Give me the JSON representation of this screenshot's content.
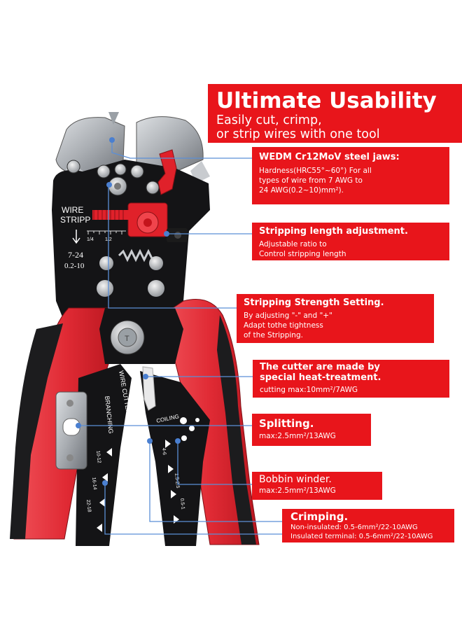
{
  "hero": {
    "title": "Ultimate Usability",
    "subtitle_1": "Easily cut, crimp,",
    "subtitle_2": "or strip wires with one tool"
  },
  "tool_markings": {
    "wire_strip_1": "WIRE",
    "wire_strip_2": "STRIPP",
    "range_awg": "7-24",
    "range_mm": "0.2-10",
    "scale_quarter": "1/4",
    "scale_half": "1/2",
    "wire_cutter": "WIRE CUTTER",
    "branching": "BRANCHING",
    "coiling": "COILING",
    "g_10_12": "10-12",
    "g_16_14": "16-14",
    "g_22_18": "22-18",
    "g_4_6": "4-6",
    "g_15_25": "1.5-2.5",
    "g_05_1": "0.5-1",
    "axle_mark": "T"
  },
  "features": [
    {
      "title": "WEDM Cr12MoV steel jaws:",
      "lines": [
        "Hardness(HRC55°~60°) For all",
        "types of wire from 7 AWG to",
        "24 AWG(0.2~10)mm²)."
      ]
    },
    {
      "title": "Stripping length adjustment.",
      "lines": [
        "Adjustable ratio to",
        "Control stripping length"
      ]
    },
    {
      "title": "Stripping Strength Setting.",
      "lines": [
        "By adjusting \"-\" and \"+\"",
        "Adapt tothe tightness",
        "of the Stripping."
      ]
    },
    {
      "title_1": "The cutter are made by",
      "title_2": "special heat-treatment.",
      "lines": [
        "cutting max:10mm²/7AWG"
      ]
    },
    {
      "title": "Splitting.",
      "lines": [
        "max:2.5mm²/13AWG"
      ]
    },
    {
      "title": "Bobbin winder.",
      "lines": [
        "max:2.5mm²/13AWG"
      ]
    },
    {
      "title": "Crimping.",
      "lines": [
        "Non-insulated: 0.5-6mm²/22-10AWG",
        "Insulated terminal: 0.5-6mm²/22-10AWG"
      ]
    }
  ],
  "colors": {
    "panel_red": "#e8151b",
    "handle_red": "#e02a34",
    "grip_black": "#1c1c1e",
    "steel": "#b9bcc0",
    "callout_line": "#5b8fd6"
  }
}
